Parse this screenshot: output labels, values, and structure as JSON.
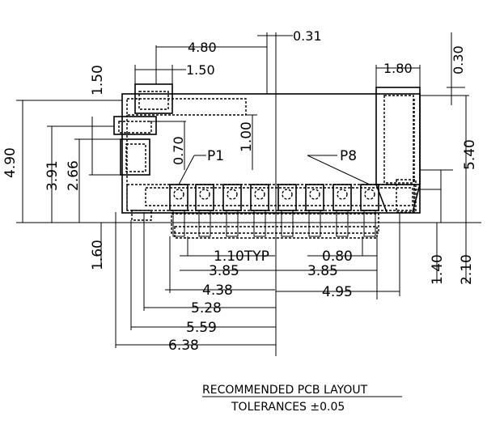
{
  "drawing": {
    "dimensions_top": {
      "d480": "4.80",
      "d031": "0.31",
      "d150": "1.50",
      "d180": "1.80",
      "d030": "0.30"
    },
    "dimensions_left": {
      "v150": "1.50",
      "v490": "4.90",
      "v391": "3.91",
      "v266": "2.66",
      "v160": "1.60",
      "v070": "0.70",
      "v100": "1.00"
    },
    "dimensions_right": {
      "v540": "5.40",
      "v140": "1.40",
      "v210": "2.10"
    },
    "dimensions_bottom": {
      "h110": "1.10TYP",
      "h080": "0.80",
      "h385a": "3.85",
      "h385b": "3.85",
      "h438": "4.38",
      "h495": "4.95",
      "h528": "5.28",
      "h559": "5.59",
      "h638": "6.38"
    },
    "pin_labels": {
      "p1": "P1",
      "p8": "P8"
    }
  },
  "caption": {
    "title": "RECOMMENDED  PCB  LAYOUT",
    "tolerance": "TOLERANCES  ±0.05"
  }
}
